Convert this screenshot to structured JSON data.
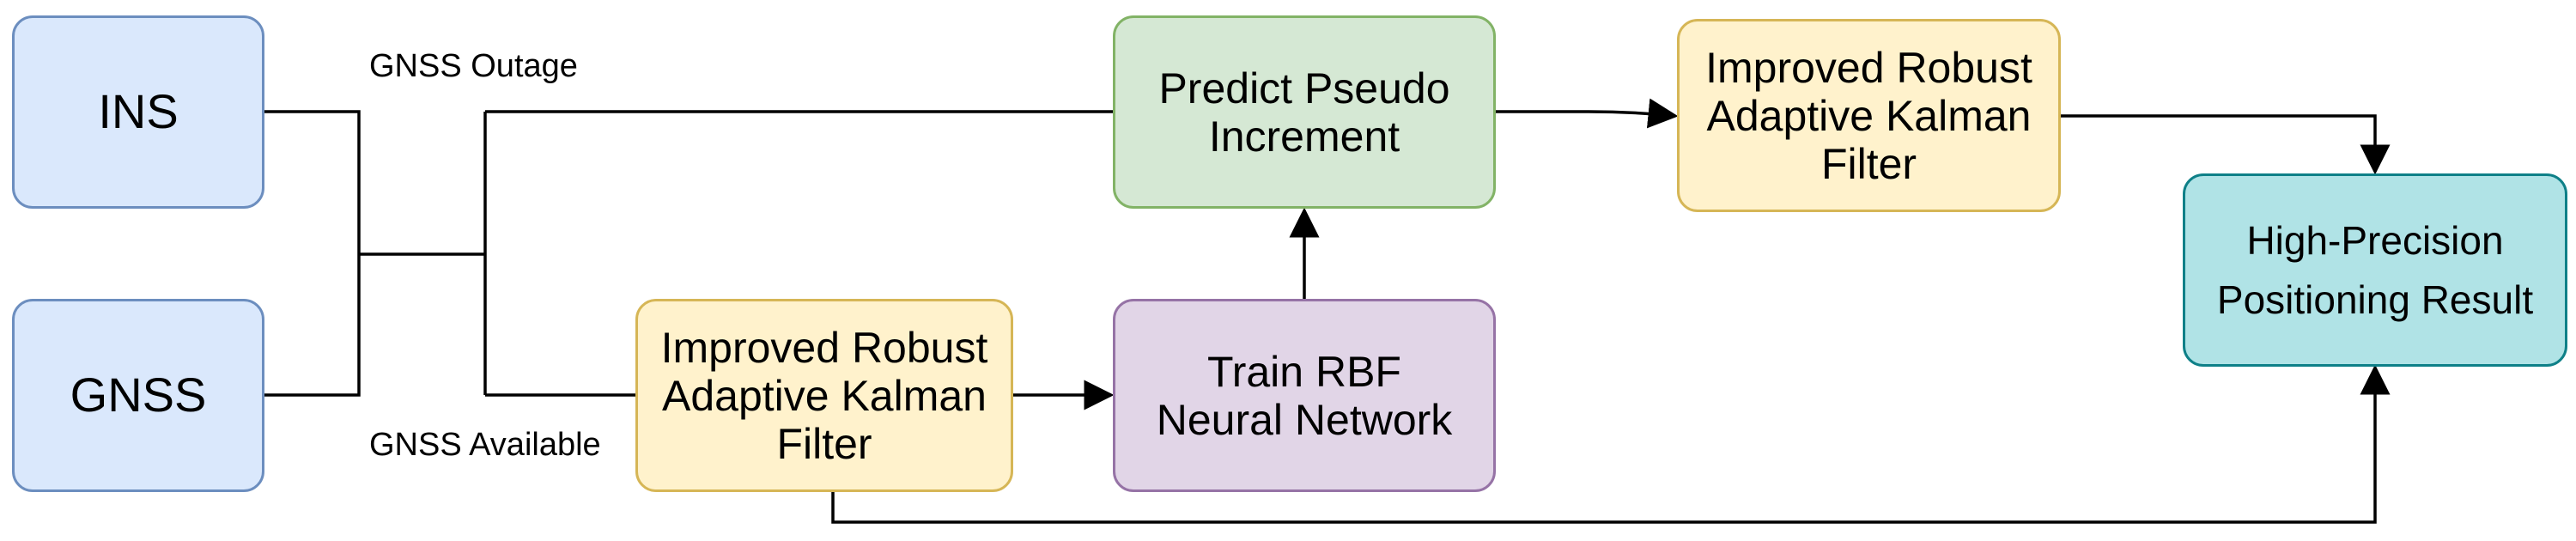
{
  "nodes": {
    "ins": "INS",
    "gnss": "GNSS",
    "predict": "Predict Pseudo Increment",
    "rakf_top": "Improved Robust Adaptive Kalman Filter",
    "rakf_bottom": "Improved Robust Adaptive Kalman Filter",
    "rbf": "Train RBF Neural Network",
    "result": "High-Precision Positioning Result"
  },
  "edge_labels": {
    "outage": "GNSS Outage",
    "available": "GNSS Available"
  },
  "colors": {
    "blue_fill": "#dae8fc",
    "blue_stroke": "#6c8ebf",
    "green_fill": "#d5e8d4",
    "green_stroke": "#82b366",
    "yellow_fill": "#fff2cc",
    "yellow_stroke": "#d6b656",
    "purple_fill": "#e1d5e7",
    "purple_stroke": "#9673a6",
    "teal_fill": "#b0e3e6",
    "teal_stroke": "#0e8088",
    "line": "#000000"
  }
}
